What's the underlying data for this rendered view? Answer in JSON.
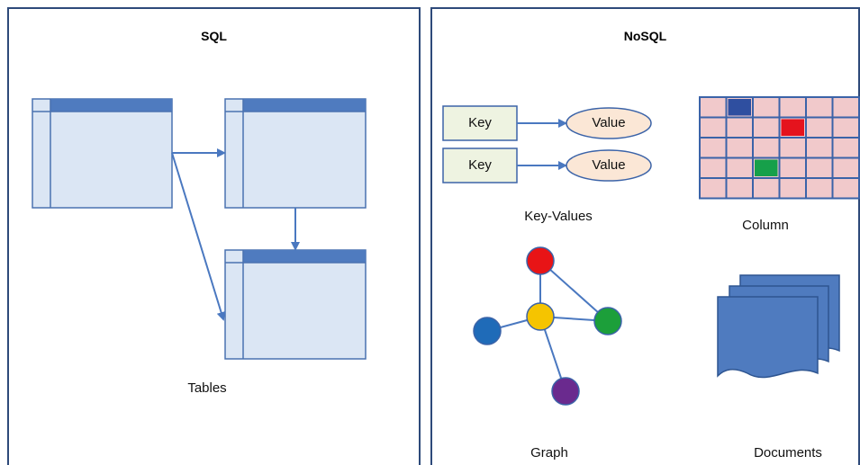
{
  "left_panel": {
    "title": "SQL",
    "tables_label": "Tables"
  },
  "right_panel": {
    "title": "NoSQL",
    "key_values": {
      "label": "Key-Values",
      "pairs": [
        {
          "key": "Key",
          "value": "Value"
        },
        {
          "key": "Key",
          "value": "Value"
        }
      ]
    },
    "column": {
      "label": "Column"
    },
    "graph": {
      "label": "Graph",
      "node_colors": [
        "#e81416",
        "#f5c400",
        "#1c9f3a",
        "#1f6bb8",
        "#6a2a8e"
      ]
    },
    "documents": {
      "label": "Documents"
    }
  },
  "colors": {
    "panel_border": "#2e4a7a",
    "table_header": "#4f7bbf",
    "table_body": "#dbe6f4",
    "table_border": "#4a72b0",
    "arrow": "#4a78c0",
    "key_fill": "#eef3e1",
    "value_fill": "#fbe7d6",
    "column_cell": "#f1c9cb",
    "column_grid": "#3b63a8",
    "column_blue": "#2f4fa0",
    "column_red": "#e5131d",
    "column_green": "#16a04a",
    "documents_fill": "#4f7bbf"
  }
}
